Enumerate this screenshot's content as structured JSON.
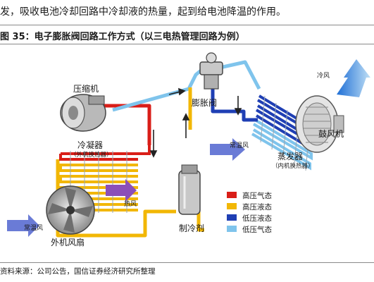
{
  "intro_text": "发，吸收电池冷却回路中冷却液的热量，起到给电池降温的作用。",
  "figure_caption": "图 35：电子膨胀阀回路工作方式（以三电热管理回路为例）",
  "diagram": {
    "labels": {
      "compressor": "压缩机",
      "condenser": "冷凝器",
      "condenser_sub": "（外机换热器）",
      "hot_air": "热风",
      "normal_air_left": "常温风",
      "outdoor_fan": "外机风扇",
      "receiver_drier": "制冷剂",
      "expansion_valve": "膨胀阀",
      "cold_air": "冷风",
      "blower": "鼓风机",
      "normal_air_right": "常温风",
      "evaporator": "蒸发器",
      "evaporator_sub": "（内机换热器）"
    },
    "legend": [
      {
        "label": "高压气态",
        "color": "#d91e18"
      },
      {
        "label": "高压液态",
        "color": "#f2b705"
      },
      {
        "label": "低压液态",
        "color": "#1f3fb4"
      },
      {
        "label": "低压气态",
        "color": "#7fc4ec"
      }
    ],
    "colors": {
      "air_arrow": "#6a7bd6",
      "hot_arrow": "#8b4fb8",
      "cold_arrow": "#1f6fd6"
    }
  },
  "source_text": "资料来源：公司公告，国信证券经济研究所整理"
}
